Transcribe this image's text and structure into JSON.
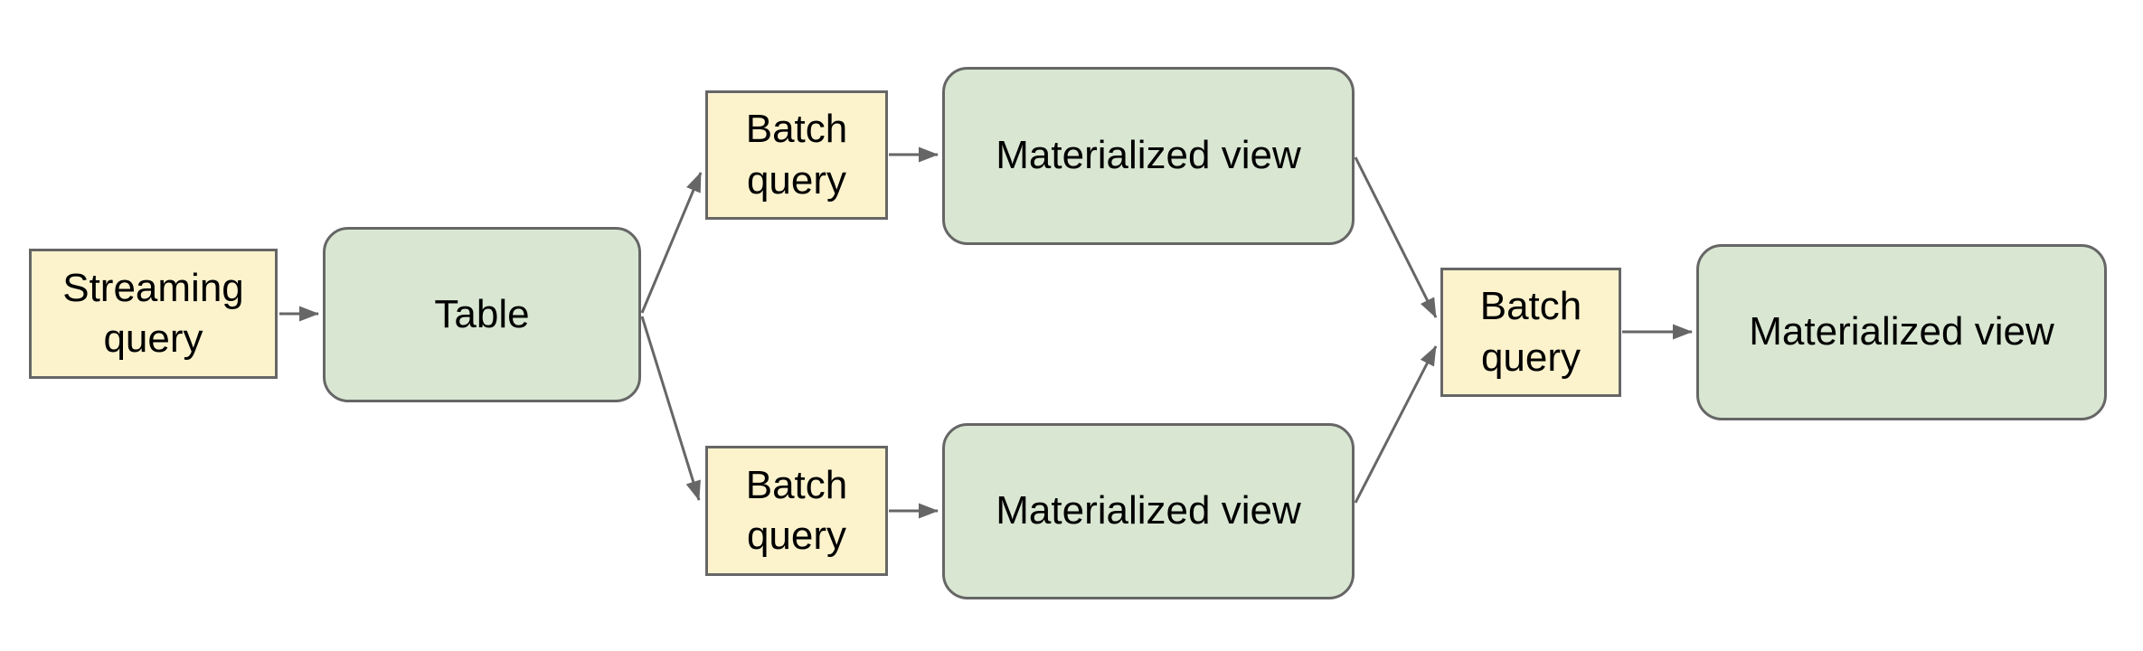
{
  "diagram": {
    "colors": {
      "yellow_fill": "#fcf3cd",
      "green_fill": "#d9e7d2",
      "border": "#666666",
      "arrow": "#666666",
      "text": "#000000",
      "background": "#ffffff"
    },
    "nodes": {
      "streaming_query": {
        "label": "Streaming query",
        "kind": "query"
      },
      "table": {
        "label": "Table",
        "kind": "dataset"
      },
      "batch_query_top": {
        "label": "Batch query",
        "kind": "query"
      },
      "mv_top": {
        "label": "Materialized view",
        "kind": "dataset"
      },
      "batch_query_bottom": {
        "label": "Batch query",
        "kind": "query"
      },
      "mv_bottom": {
        "label": "Materialized view",
        "kind": "dataset"
      },
      "batch_query_right": {
        "label": "Batch query",
        "kind": "query"
      },
      "mv_final": {
        "label": "Materialized view",
        "kind": "dataset"
      }
    },
    "edges": [
      {
        "from": "streaming_query",
        "to": "table"
      },
      {
        "from": "table",
        "to": "batch_query_top"
      },
      {
        "from": "table",
        "to": "batch_query_bottom"
      },
      {
        "from": "batch_query_top",
        "to": "mv_top"
      },
      {
        "from": "batch_query_bottom",
        "to": "mv_bottom"
      },
      {
        "from": "mv_top",
        "to": "batch_query_right"
      },
      {
        "from": "mv_bottom",
        "to": "batch_query_right"
      },
      {
        "from": "batch_query_right",
        "to": "mv_final"
      }
    ]
  }
}
